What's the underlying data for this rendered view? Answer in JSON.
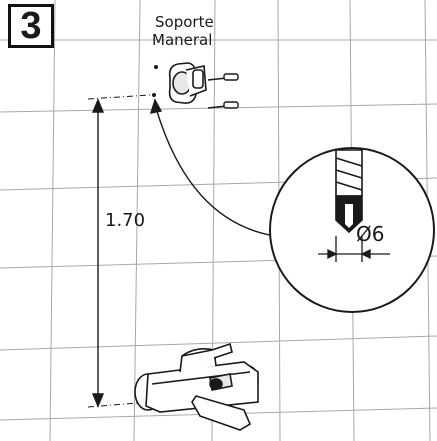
{
  "step": {
    "number": "3"
  },
  "part": {
    "label_line1": "Soporte",
    "label_line2": "Maneral"
  },
  "dimension": {
    "height": "1.70"
  },
  "drill": {
    "size": "Ø6"
  },
  "colors": {
    "line": "#1a1a1a",
    "grid": "#a8a8a8",
    "background": "#ffffff"
  }
}
